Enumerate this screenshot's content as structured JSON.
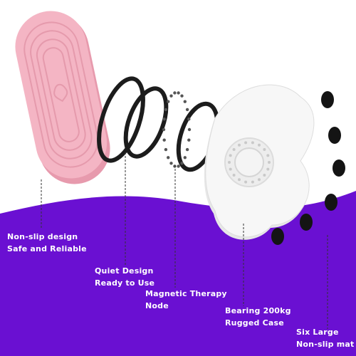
{
  "colors": {
    "background_purple": "#6a10d2",
    "background_white": "#ffffff",
    "pad_pink": "#f4b5c4",
    "pad_pink_dark": "#e79aad",
    "ring_black": "#1c1c1c",
    "base_white": "#f7f7f7",
    "label_text": "#ffffff"
  },
  "components": [
    {
      "id": "pad",
      "icon": "pink-foot-pad",
      "lines": [
        "Non-slip design",
        "Safe and Reliable"
      ]
    },
    {
      "id": "rings",
      "icon": "black-o-rings",
      "lines": [
        "Quiet Design",
        "Ready to Use"
      ]
    },
    {
      "id": "magnets",
      "icon": "magnetic-beads-ring",
      "lines": [
        "Magnetic Therapy",
        "Node"
      ]
    },
    {
      "id": "base",
      "icon": "white-bearing-base",
      "lines": [
        "Bearing 200kg",
        "Rugged Case"
      ]
    },
    {
      "id": "mats",
      "icon": "black-rubber-feet",
      "lines": [
        "Six Large",
        "Non-slip mat"
      ]
    }
  ]
}
